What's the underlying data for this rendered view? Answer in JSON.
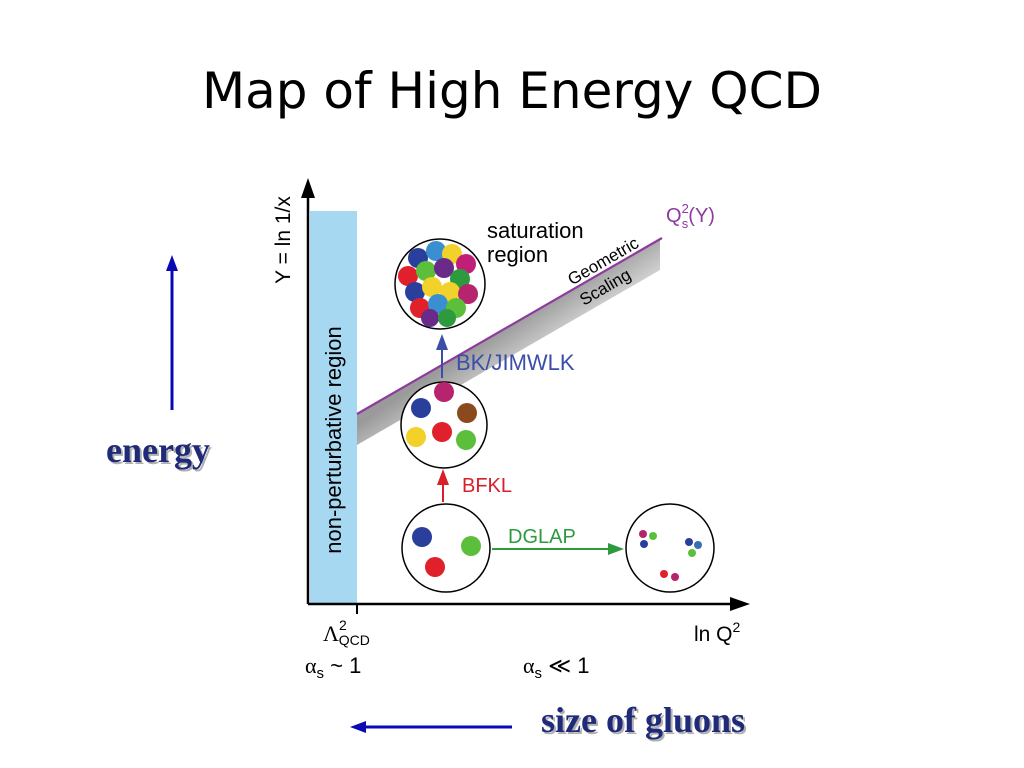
{
  "slide": {
    "title": "Map of High Energy QCD"
  },
  "axes": {
    "y_label": "Y = ln 1/x",
    "x_label_main": "ln Q",
    "x_label_sup": "2",
    "lambda_symbol": "Λ",
    "lambda_sup": "2",
    "lambda_sub": "QCD",
    "alpha_left_symbol": "α",
    "alpha_left_sub": "s",
    "alpha_left_rest": " ~ 1",
    "alpha_right_symbol": "α",
    "alpha_right_sub": "s",
    "alpha_right_rest": " ≪ 1"
  },
  "regions": {
    "non_perturbative": "non-perturbative region",
    "saturation_line1": "saturation",
    "saturation_line2": "region",
    "geometric_line1": "Geometric",
    "geometric_line2": "Scaling",
    "saturation_curve_main": "Q",
    "saturation_curve_sup": "2",
    "saturation_curve_sub": "s",
    "saturation_curve_rest": "(Y)"
  },
  "evolution": {
    "bk_jimwlk": "BK/JIMWLK",
    "bfkl": "BFKL",
    "dglap": "DGLAP"
  },
  "annotations": {
    "energy": "energy",
    "size_of_gluons": "size of gluons"
  },
  "colors": {
    "nonpert_band": "#a6d8f2",
    "saturation_line": "#8e3a9e",
    "bk_blue": "#3b4fa8",
    "bfkl_red": "#d8202a",
    "dglap_green": "#2d9a3e",
    "annotation_blue": "#0a0ab4",
    "annotation_text": "#1f2a78"
  },
  "icons": [
    "axis-arrow-icon",
    "gluon-disk-icon",
    "evolution-arrow-icon"
  ]
}
